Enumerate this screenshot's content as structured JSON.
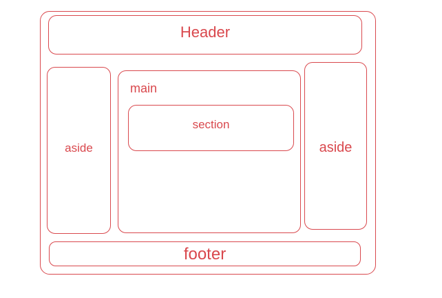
{
  "diagram": {
    "accent_color": "#d9484d",
    "header": {
      "label": "Header"
    },
    "aside_left": {
      "label": "aside"
    },
    "main": {
      "label": "main"
    },
    "section": {
      "label": "section"
    },
    "aside_right": {
      "label": "aside"
    },
    "footer": {
      "label": "footer"
    }
  }
}
